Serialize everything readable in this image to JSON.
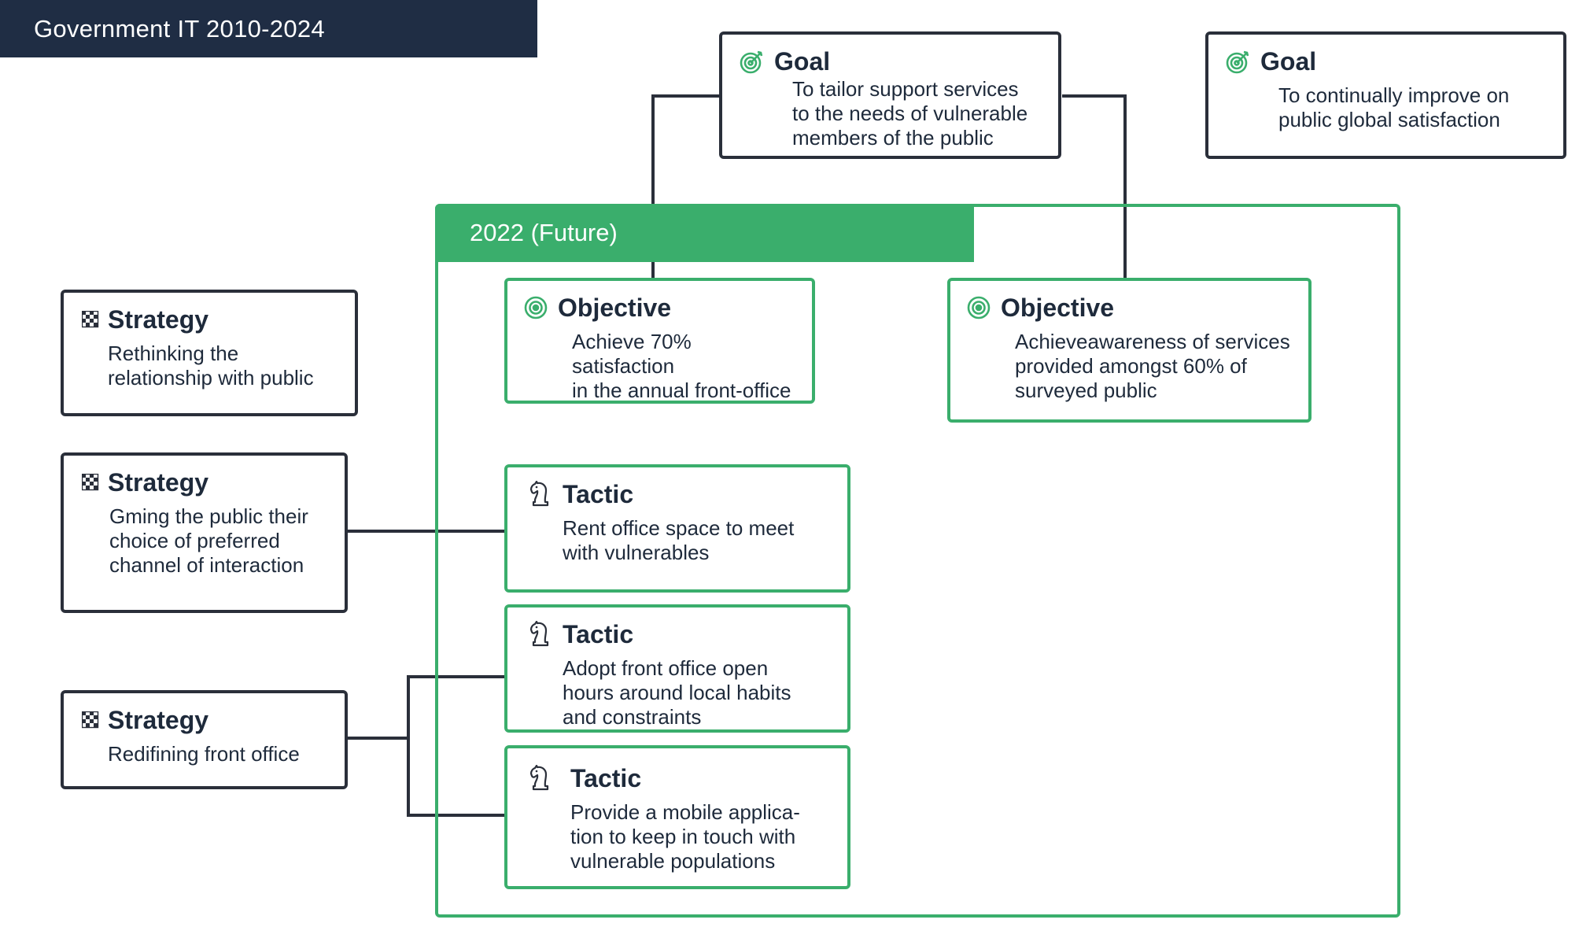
{
  "header": {
    "title": "Government IT 2010-2024"
  },
  "section": {
    "label": "2022 (Future)"
  },
  "goals": [
    {
      "title": "Goal",
      "text": "To tailor support services\nto the needs of vulnerable\nmembers of the public",
      "icon": "target-icon"
    },
    {
      "title": "Goal",
      "text": "To continually improve on\npublic global satisfaction",
      "icon": "target-icon"
    }
  ],
  "objectives": [
    {
      "title": "Objective",
      "text": "Achieve 70% satisfaction\nin the annual front-office",
      "icon": "bullseye-icon"
    },
    {
      "title": "Objective",
      "text": "Achieveawareness of services\nprovided amongst 60% of\nsurveyed public",
      "icon": "bullseye-icon"
    }
  ],
  "strategies": [
    {
      "title": "Strategy",
      "text": "Rethinking the\nrelationship with public",
      "icon": "checker-icon"
    },
    {
      "title": "Strategy",
      "text": "Gming the public their\nchoice of preferred\nchannel of interaction",
      "icon": "checker-icon"
    },
    {
      "title": "Strategy",
      "text": "Redifining front office",
      "icon": "checker-icon"
    }
  ],
  "tactics": [
    {
      "title": "Tactic",
      "text": "Rent office space to meet\nwith vulnerables",
      "icon": "chess-knight-icon"
    },
    {
      "title": "Tactic",
      "text": "Adopt front office open\nhours around local habits\nand constraints",
      "icon": "chess-knight-icon"
    },
    {
      "title": "Tactic",
      "text": "Provide a mobile applica-\ntion to keep in touch with\nvulnerable populations",
      "icon": "chess-knight-icon"
    }
  ],
  "colors": {
    "navy": "#1f2d44",
    "green": "#3aae6c",
    "outline": "#2a2f3a",
    "text": "#1e2a3b"
  }
}
